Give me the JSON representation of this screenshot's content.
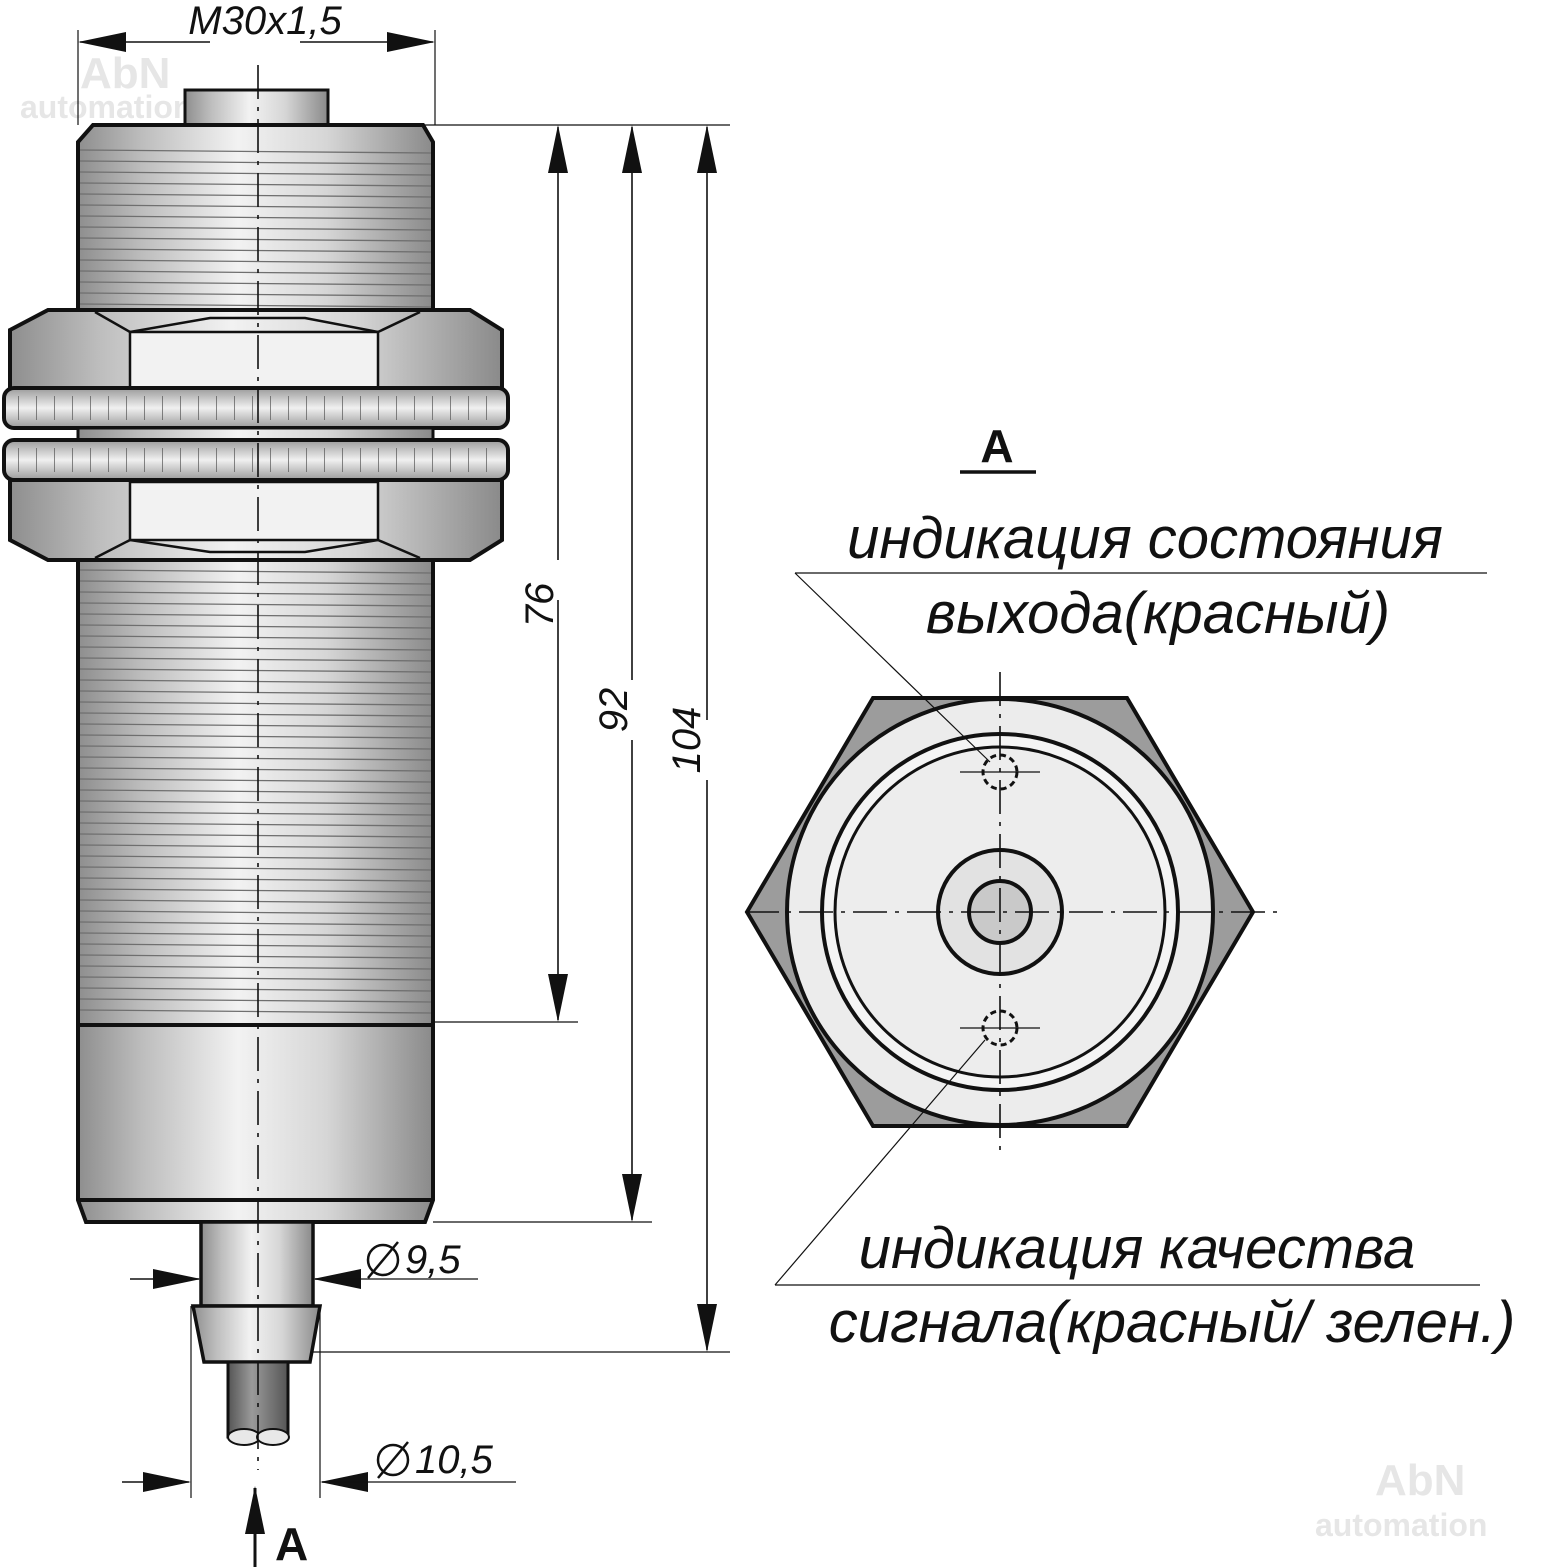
{
  "dimensions": {
    "thread": "M30x1,5",
    "length_76": "76",
    "length_92": "92",
    "length_104": "104",
    "diameter_cable_sleeve": "9,5",
    "diameter_cable_end": "10,5",
    "view_arrow_label": "A"
  },
  "view": {
    "title": "A"
  },
  "callouts": {
    "top_line1": "индикация состояния",
    "top_line2": "выхода(красный)",
    "bottom_line1": "индикация качества",
    "bottom_line2": "сигнала(красный/ зелен.)"
  },
  "watermark": {
    "brand": "AbN",
    "sub": "automation"
  },
  "colors": {
    "ink": "#111111",
    "metal_light": "#e8e8e8",
    "metal_dark": "#9a9a9a",
    "face": "#ececec"
  }
}
